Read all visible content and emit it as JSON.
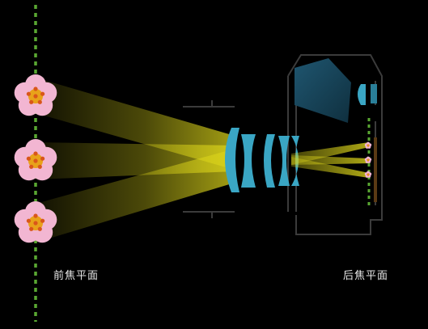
{
  "labels": {
    "front_focal_plane": "前焦平面",
    "back_focal_plane": "后焦平面"
  },
  "colors": {
    "background": "#000000",
    "focal_plane_dash": "#5aa832",
    "light_beam": "#d9d21a",
    "lens_element": "#3aa6c4",
    "camera_outline": "#3b3b3b",
    "pentaprism": "#1c4a5e",
    "petal": "#f2b6d2",
    "flower_center": "#e8a21a",
    "stamen": "#d9561a",
    "sensor": "#5a3a14"
  },
  "objects": [
    {
      "name": "flower-top"
    },
    {
      "name": "flower-middle"
    },
    {
      "name": "flower-bottom"
    }
  ]
}
